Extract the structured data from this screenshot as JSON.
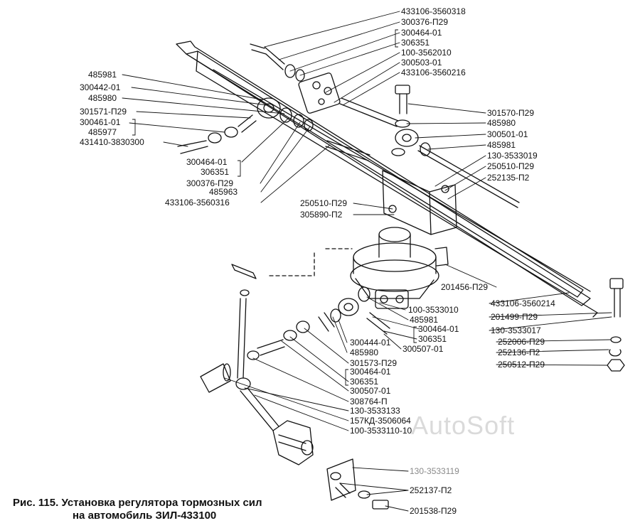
{
  "watermark": "AutoSoft",
  "caption": {
    "line1": "Рис. 115. Установка регулятора тормозных сил",
    "line2": "на автомобиль ЗИЛ-433100"
  },
  "colors": {
    "ink": "#111111",
    "faint": "#8a8a8a"
  },
  "labels": {
    "l01": "433106-3560318",
    "l02": "300376-П29",
    "l03": "300464-01",
    "l04": "306351",
    "l05": "100-3562010",
    "l06": "300503-01",
    "l07": "433106-3560216",
    "l08": "485981",
    "l09": "300442-01",
    "l10": "485980",
    "l11": "301571-П29",
    "l12": "300461-01",
    "l13": "485977",
    "l14": "431410-3830300",
    "l15": "301570-П29",
    "l16": "485980",
    "l17": "300501-01",
    "l18": "485981",
    "l19": "130-3533019",
    "l20": "250510-П29",
    "l21": "252135-П2",
    "l22": "300464-01",
    "l23": "306351",
    "l24": "300376-П29",
    "l25": "485963",
    "l26": "433106-3560316",
    "l27": "250510-П29",
    "l28": "305890-П2",
    "l29": "201456-П29",
    "l30": "433106-3560214",
    "l31": "201499-П29",
    "l32": "130-3533017",
    "l33": "252006-П29",
    "l34": "252136-П2",
    "l35": "250512-П29",
    "l36": "100-3533010",
    "l37": "485981",
    "l38": "300464-01",
    "l39": "306351",
    "l40": "300444-01",
    "l41": "300507-01",
    "l42": "485980",
    "l43": "301573-П29",
    "l44": "300464-01",
    "l45": "306351",
    "l46": "300507-01",
    "l47": "308764-П",
    "l48": "130-3533133",
    "l49": "157КД-3506064",
    "l50": "100-3533110-10",
    "l51": "130-3533119",
    "l52": "252137-П2",
    "l53": "201538-П29"
  }
}
